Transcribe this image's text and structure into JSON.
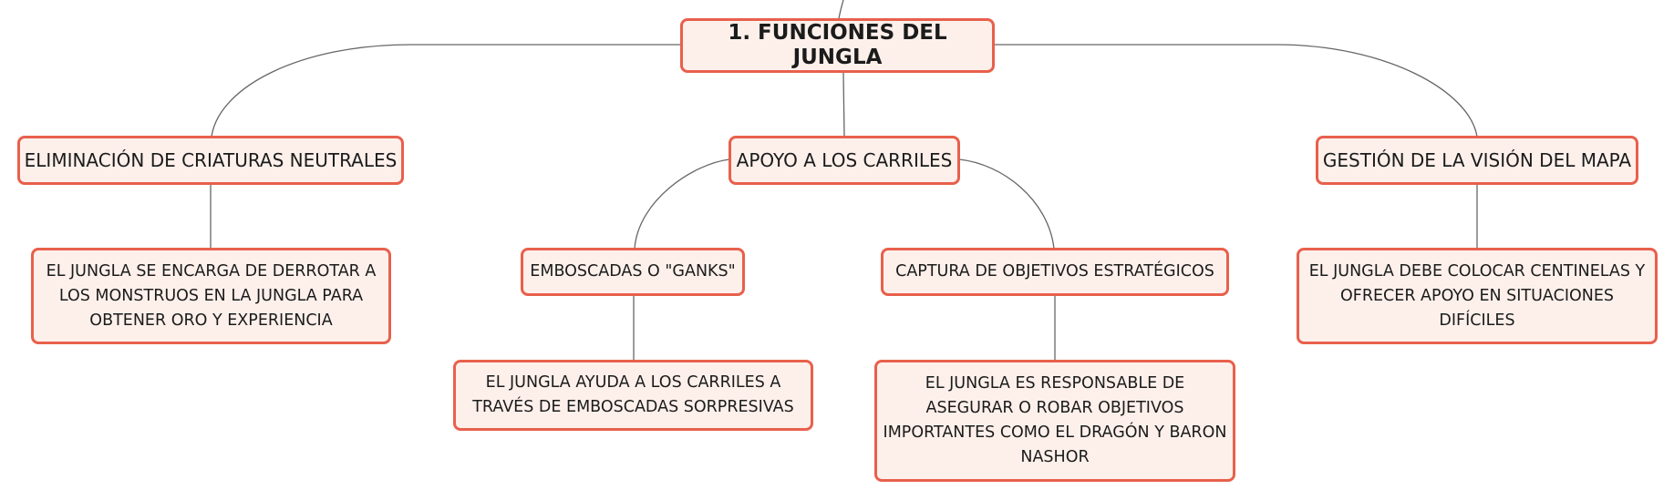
{
  "map": {
    "root": "1. FUNCIONES DEL JUNGLA",
    "branches": [
      {
        "title": "ELIMINACIÓN DE CRIATURAS NEUTRALES",
        "detail": "EL JUNGLA SE ENCARGA DE DERROTAR A LOS MONSTRUOS EN LA JUNGLA PARA OBTENER ORO Y EXPERIENCIA"
      },
      {
        "title": "APOYO A LOS CARRILES",
        "children": [
          {
            "title": "EMBOSCADAS O \"GANKS\"",
            "detail": "EL JUNGLA AYUDA A LOS CARRILES A TRAVÉS DE EMBOSCADAS SORPRESIVAS"
          },
          {
            "title": "CAPTURA DE OBJETIVOS ESTRATÉGICOS",
            "detail": "EL JUNGLA ES RESPONSABLE DE ASEGURAR O ROBAR OBJETIVOS IMPORTANTES COMO EL DRAGÓN Y BARON NASHOR"
          }
        ]
      },
      {
        "title": "GESTIÓN DE LA VISIÓN DEL MAPA",
        "detail": "EL JUNGLA DEBE COLOCAR CENTINELAS Y OFRECER APOYO EN SITUACIONES DIFÍCILES"
      }
    ]
  },
  "colors": {
    "node_fill": "#fdf0eb",
    "node_border": "#e8604c",
    "connector": "#666666"
  }
}
